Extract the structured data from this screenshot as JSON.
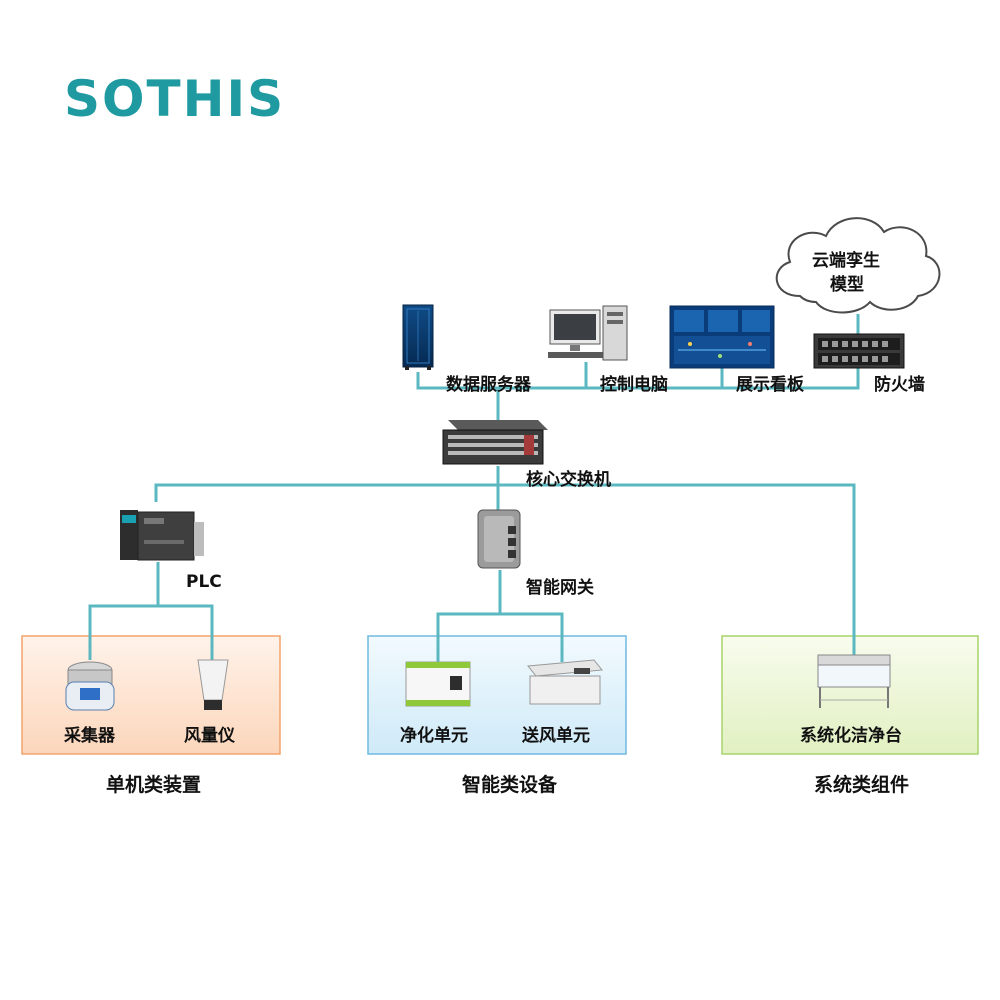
{
  "logo": {
    "text": "SOTHIS",
    "color": "#1f9aa1",
    "accent": "#6cbf3a"
  },
  "cloud": {
    "line1": "云端孪生",
    "line2": "模型"
  },
  "top_devices": {
    "server": "数据服务器",
    "pc": "控制电脑",
    "dashboard": "展示看板",
    "firewall": "防火墙"
  },
  "core_switch": "核心交换机",
  "plc": "PLC",
  "gateway": "智能网关",
  "groups": {
    "standalone": {
      "title": "单机类装置",
      "items": [
        "采集器",
        "风量仪"
      ]
    },
    "smart": {
      "title": "智能类设备",
      "items": [
        "净化单元",
        "送风单元"
      ]
    },
    "system": {
      "title": "系统类组件",
      "items": [
        "系统化洁净台"
      ]
    }
  },
  "colors": {
    "line": "#5bb8c0",
    "standalone_fill": "#fde4d3",
    "standalone_border": "#f2a36b",
    "smart_fill": "#dff1fb",
    "smart_border": "#6fb9e0",
    "system_fill": "#eef6d8",
    "system_border": "#a8d46a"
  }
}
